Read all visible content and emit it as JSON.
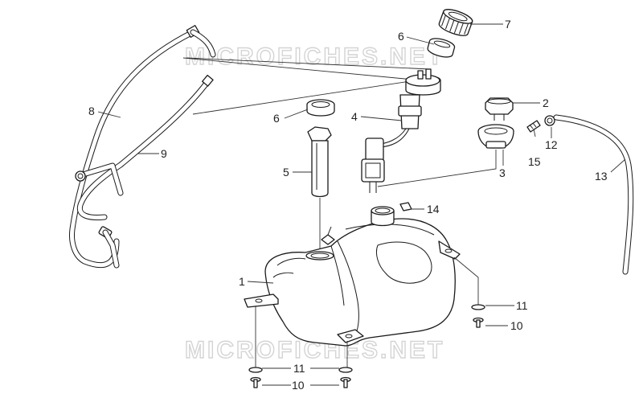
{
  "watermark": "MICROFICHES.NET",
  "callouts": {
    "c1": "1",
    "c2": "2",
    "c3": "3",
    "c4": "4",
    "c5": "5",
    "c6a": "6",
    "c6b": "6",
    "c7": "7",
    "c8": "8",
    "c9": "9",
    "c10a": "10",
    "c10b": "10",
    "c11a": "11",
    "c11b": "11",
    "c12": "12",
    "c13": "13",
    "c14": "14",
    "c15": "15"
  }
}
